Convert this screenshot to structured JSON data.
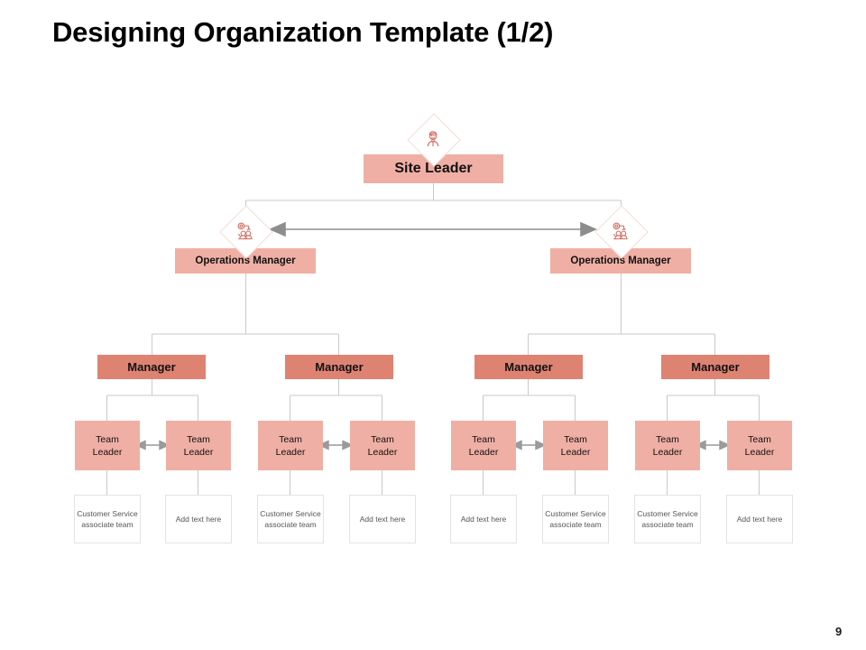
{
  "slide": {
    "title": "Designing Organization Template (1/2)",
    "page_number": "9",
    "background_color": "#ffffff"
  },
  "colors": {
    "node_light": "#f0afa4",
    "node_dark": "#de8372",
    "leaf_background": "#ffffff",
    "leaf_border": "#e3e3e3",
    "connector": "#c9c9c9",
    "arrow": "#8d8d8d",
    "icon_stroke": "#d1695c",
    "text_dark": "#111111",
    "text_muted": "#555555"
  },
  "chart_data": {
    "type": "org-chart",
    "title": "Designing Organization Template (1/2)",
    "levels": [
      "Site Leader",
      "Operations Manager",
      "Manager",
      "Team Leader",
      "Team"
    ],
    "nodes": {
      "site_leader": {
        "label": "Site Leader",
        "icon": "person-avatar-icon"
      },
      "operations_managers": [
        {
          "label": "Operations Manager",
          "icon": "team-communication-icon"
        },
        {
          "label": "Operations Manager",
          "icon": "team-communication-icon"
        }
      ],
      "managers": [
        {
          "label": "Manager"
        },
        {
          "label": "Manager"
        },
        {
          "label": "Manager"
        },
        {
          "label": "Manager"
        }
      ],
      "team_leaders": [
        {
          "label": "Team\nLeader"
        },
        {
          "label": "Team\nLeader"
        },
        {
          "label": "Team\nLeader"
        },
        {
          "label": "Team\nLeader"
        },
        {
          "label": "Team\nLeader"
        },
        {
          "label": "Team\nLeader"
        },
        {
          "label": "Team\nLeader"
        },
        {
          "label": "Team\nLeader"
        }
      ],
      "leaf_teams": [
        {
          "label": "Customer Service associate team"
        },
        {
          "label": "Add text here"
        },
        {
          "label": "Customer Service associate team"
        },
        {
          "label": "Add text here"
        },
        {
          "label": "Add text here"
        },
        {
          "label": "Customer Service associate team"
        },
        {
          "label": "Customer Service associate team"
        },
        {
          "label": "Add text here"
        }
      ]
    },
    "lateral_arrows": [
      {
        "between": [
          "operations_manager_1",
          "operations_manager_2"
        ],
        "style": "double-headed"
      },
      {
        "between": [
          "team_leader_1",
          "team_leader_2"
        ],
        "style": "double-headed"
      },
      {
        "between": [
          "team_leader_3",
          "team_leader_4"
        ],
        "style": "double-headed"
      },
      {
        "between": [
          "team_leader_5",
          "team_leader_6"
        ],
        "style": "double-headed"
      },
      {
        "between": [
          "team_leader_7",
          "team_leader_8"
        ],
        "style": "double-headed"
      }
    ]
  }
}
